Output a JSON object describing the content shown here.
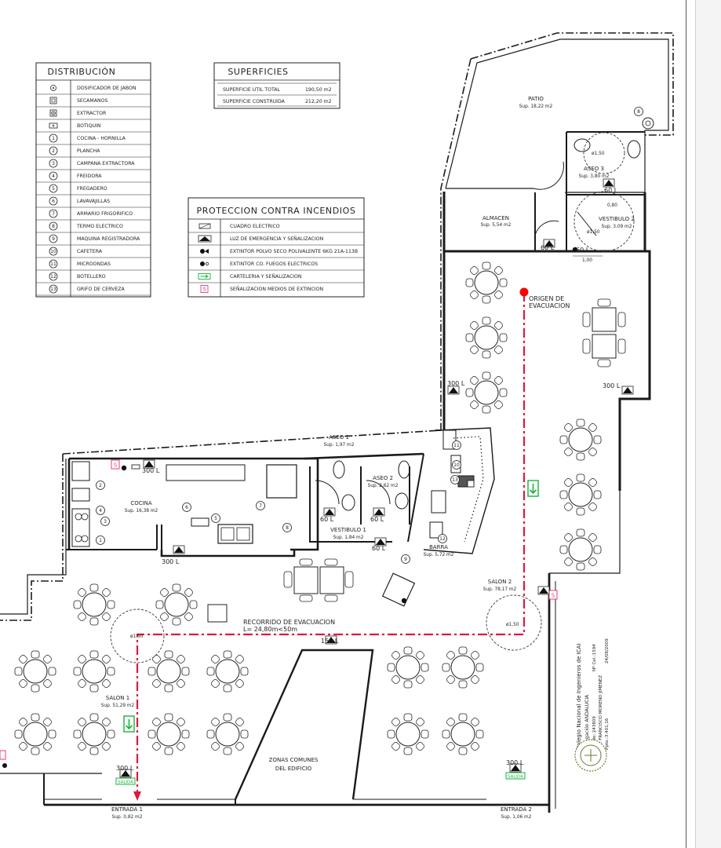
{
  "legends": {
    "distribucion": {
      "title": "DISTRIBUCIÓN",
      "items": [
        {
          "symbol": "dot-circle",
          "label": "DOSIFICADOR DE JABON"
        },
        {
          "symbol": "square-box",
          "label": "SECAMANOS"
        },
        {
          "symbol": "fan-box",
          "label": "EXTRACTOR"
        },
        {
          "symbol": "cross-box",
          "label": "BOTIQUIN"
        },
        {
          "symbol": "num",
          "num": "1",
          "label": "COCINA - HORNILLA"
        },
        {
          "symbol": "num",
          "num": "2",
          "label": "PLANCHA"
        },
        {
          "symbol": "num",
          "num": "3",
          "label": "CAMPANA EXTRACTORA"
        },
        {
          "symbol": "num",
          "num": "4",
          "label": "FREIDORA"
        },
        {
          "symbol": "num",
          "num": "5",
          "label": "FREGADERO"
        },
        {
          "symbol": "num",
          "num": "6",
          "label": "LAVAVAJILLAS"
        },
        {
          "symbol": "num",
          "num": "7",
          "label": "ARMARIO FRIGORIFICO"
        },
        {
          "symbol": "num",
          "num": "8",
          "label": "TERMO ELECTRICO"
        },
        {
          "symbol": "num",
          "num": "9",
          "label": "MAQUINA REGISTRADORA"
        },
        {
          "symbol": "num",
          "num": "10",
          "label": "CAFETERA"
        },
        {
          "symbol": "num",
          "num": "11",
          "label": "MICROONDAS"
        },
        {
          "symbol": "num",
          "num": "12",
          "label": "BOTELLERO"
        },
        {
          "symbol": "num",
          "num": "13",
          "label": "GRIFO DE CERVEZA"
        }
      ]
    },
    "superficies": {
      "title": "SUPERFICIES",
      "rows": [
        {
          "label": "SUPERFICIE UTIL TOTAL",
          "value": "190,50 m2"
        },
        {
          "label": "SUPERFICIE CONSTRUIDA",
          "value": "212,20 m2"
        }
      ]
    },
    "incendios": {
      "title": "PROTECCION CONTRA INCENDIOS",
      "items": [
        {
          "symbol": "panel",
          "label": "CUADRO ELECTRICO"
        },
        {
          "symbol": "emergency-light",
          "label": "LUZ DE EMERGENCIA Y SEÑALIZACION"
        },
        {
          "symbol": "extinguisher-powder",
          "label": "EXTINTOR POLVO SECO POLIVALENTE 6KG 21A-113B"
        },
        {
          "symbol": "extinguisher-co2",
          "label": "EXTINTOR CO. FUEGOS ELECTRICOS"
        },
        {
          "symbol": "green-arrow",
          "label": "CARTELERIA Y SEÑALIZACION"
        },
        {
          "symbol": "pink-s",
          "label": "SEÑALIZACION MEDIOS DE EXTINCION"
        }
      ]
    }
  },
  "rooms": [
    {
      "id": "patio",
      "name": "PATIO",
      "area": "Sup. 18,22 m2"
    },
    {
      "id": "aseo3",
      "name": "ASEO 3",
      "area": "Sup. 3,80 m2"
    },
    {
      "id": "almacen",
      "name": "ALMACEN",
      "area": "Sup. 5,54 m2"
    },
    {
      "id": "vestibulo2",
      "name": "VESTIBULO 2",
      "area": "Sup. 3,09 m2"
    },
    {
      "id": "aseo1",
      "name": "ASEO 1",
      "area": "Sup. 1,97 m2"
    },
    {
      "id": "aseo2",
      "name": "ASEO 2",
      "area": "Sup. 2,62 m2"
    },
    {
      "id": "cocina",
      "name": "COCINA",
      "area": "Sup. 16,38 m2"
    },
    {
      "id": "vestibulo1",
      "name": "VESTIBULO 1",
      "area": "Sup. 1,84 m2"
    },
    {
      "id": "barra",
      "name": "BARRA",
      "area": "Sup. 5,72 m2"
    },
    {
      "id": "salon2",
      "name": "SALON 2",
      "area": "Sup. 78,17 m2"
    },
    {
      "id": "salon1",
      "name": "SALON 1",
      "area": "Sup. 51,29 m2"
    },
    {
      "id": "entrada1",
      "name": "ENTRADA 1",
      "area": "Sup. 0,82 m2"
    },
    {
      "id": "entrada2",
      "name": "ENTRADA 2",
      "area": "Sup. 1,06 m2"
    },
    {
      "id": "comunes",
      "name": "ZONAS COMUNES",
      "area": "DEL EDIFICIO"
    }
  ],
  "evacuation": {
    "origin_line1": "ORIGEN DE",
    "origin_line2": "EVACUACION",
    "route_line1": "RECORRIDO DE EVACUACION",
    "route_line2": "L= 24,80m<50m",
    "exit_label": "SALIDA"
  },
  "dimension_labels": {
    "l300": "300 L",
    "l60": "60 L",
    "l150": "150 L",
    "d150": "ø1,50",
    "w100": "1,00",
    "w080": "0,80"
  },
  "stamp": {
    "line1": "Colegio Nacional de Ingenieros de ICAI",
    "line2": "Delegación ANDALUCIA",
    "line3": "Visado: 243809",
    "line4": "Col. FRANCISCO MORENO JIMENEZ",
    "line5": "Ppto.:3.401,16",
    "line6": "Nº Col.:1594",
    "line7": "24/08/2009"
  },
  "colors": {
    "route": "#e0173f",
    "origin": "#ff0000",
    "sign_green": "#17b33b",
    "sign_pink": "#ea3a78",
    "walls": "#1a1a1a"
  }
}
